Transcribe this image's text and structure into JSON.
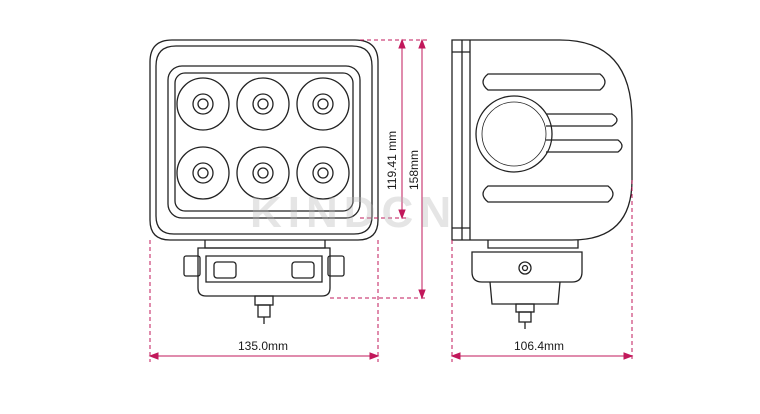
{
  "dimensions": {
    "front_width": "135.0mm",
    "lens_height": "119.41 mm",
    "total_height": "158mm",
    "side_depth": "106.4mm"
  },
  "watermark": "KINDCN",
  "colors": {
    "line": "#222222",
    "dimension": "#c2185b",
    "text": "#1a1a1a"
  }
}
